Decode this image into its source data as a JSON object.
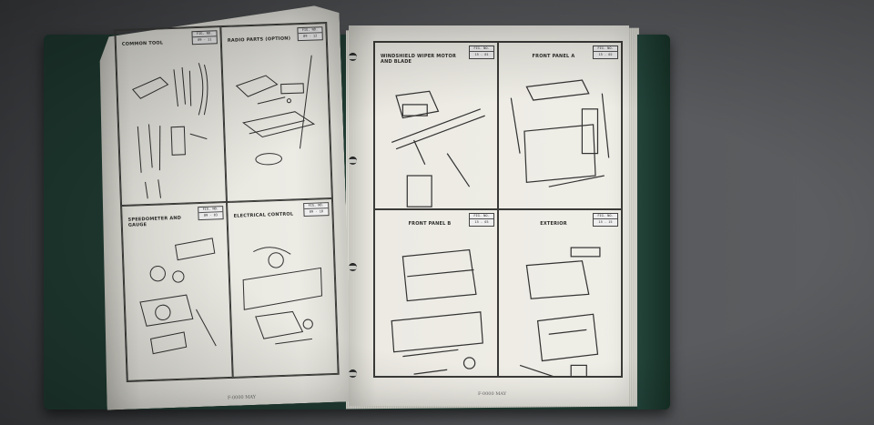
{
  "left_page": {
    "cells": [
      {
        "title": "COMMON TOOL",
        "fig_label": "FIG. NO.",
        "fig_no": "09 - 11"
      },
      {
        "title": "RADIO PARTS (OPTION)",
        "fig_label": "FIG. NO.",
        "fig_no": "09 - 12"
      },
      {
        "title": "SPEEDOMETER AND GAUGE",
        "fig_label": "FIG. NO.",
        "fig_no": "09 - 03"
      },
      {
        "title": "ELECTRICAL CONTROL",
        "fig_label": "FIG. NO.",
        "fig_no": "09 - 10"
      }
    ],
    "footer": "F-0000 MAY"
  },
  "right_page": {
    "cells": [
      {
        "title": "WINDSHIELD WIPER MOTOR AND BLADE",
        "fig_label": "FIG. NO.",
        "fig_no": "15 - 01"
      },
      {
        "title": "FRONT PANEL A",
        "fig_label": "FIG. NO.",
        "fig_no": "15 - 02"
      },
      {
        "title": "FRONT PANEL B",
        "fig_label": "FIG. NO.",
        "fig_no": "15 - 03"
      },
      {
        "title": "EXTERIOR",
        "fig_label": "FIG. NO.",
        "fig_no": "15 - 15"
      }
    ],
    "footer": "F-0000 MAY"
  },
  "colors": {
    "binder": "#1f3a31",
    "paper": "#ecebe4",
    "ink": "#2c2c2a",
    "background": "#4d4f52"
  }
}
